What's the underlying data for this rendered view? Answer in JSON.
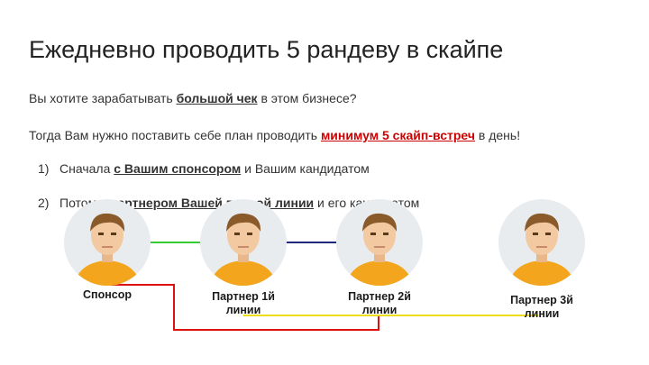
{
  "slide": {
    "title": "Ежедневно проводить 5 рандеву в скайпе",
    "p1": {
      "pre": "Вы хотите зарабатывать ",
      "bold": "большой чек",
      "post": " в этом бизнесе?"
    },
    "p2": {
      "pre": "Тогда Вам нужно поставить себе план проводить ",
      "bold": "минимум 5 скайп-встреч",
      "post": " в день!"
    },
    "list": [
      {
        "num": "1)",
        "pre": "Сначала ",
        "bold": "с Вашим спонсором",
        "post": " и Вашим кандидатом"
      },
      {
        "num": "2)",
        "pre": "Потом с ",
        "bold": "партнером Вашей первой линии",
        "post": " и его кандидатом"
      }
    ],
    "people": [
      {
        "label": "Спонсор"
      },
      {
        "label": "Партнер 1й\nлинии"
      },
      {
        "label": "Партнер 2й\nлинии"
      },
      {
        "label": "Партнер 3й\nлинии"
      }
    ]
  },
  "colors": {
    "accent_red": "#cc0000",
    "line_green": "#33cc33",
    "line_navy": "#1f2a7a",
    "line_red": "#dd1111",
    "line_yellow": "#f0dd1a",
    "avatar_bg": "#e9ecef",
    "shirt": "#f3a61d",
    "skin": "#f2c9a0",
    "hair": "#8a5a2b"
  }
}
